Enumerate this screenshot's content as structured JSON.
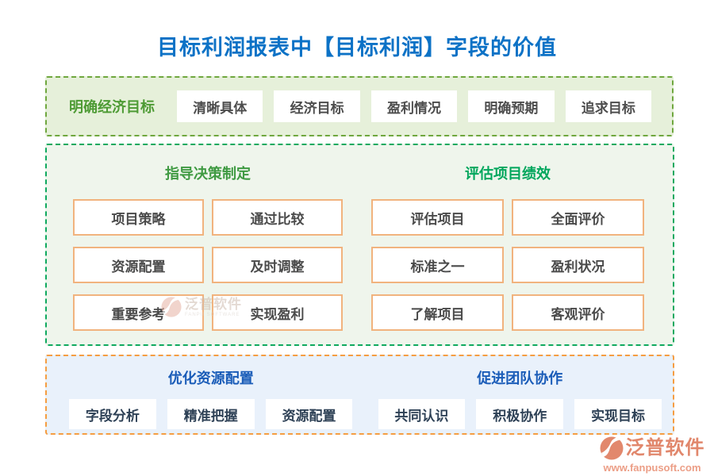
{
  "title": "目标利润报表中【目标利润】字段的价值",
  "colors": {
    "title_blue": "#0c72c6",
    "green_label": "#4e9b35",
    "green_border_top": "#6fa73e",
    "green_border_mid": "#0fa95f",
    "header_green_left": "#3f9a42",
    "header_green_right": "#00a65c",
    "orange_box_border": "#f1b37e",
    "orange_border_bottom": "#f59d42",
    "header_blue": "#1a5cb8",
    "brand_salmon": "#e1876c"
  },
  "section_top": {
    "label": "明确经济目标",
    "items": [
      "清晰具体",
      "经济目标",
      "盈利情况",
      "明确预期",
      "追求目标"
    ]
  },
  "section_middle": {
    "groups": [
      {
        "header": "指导决策制定",
        "items": [
          "项目策略",
          "通过比较",
          "资源配置",
          "及时调整",
          "重要参考",
          "实现盈利"
        ]
      },
      {
        "header": "评估项目绩效",
        "items": [
          "评估项目",
          "全面评价",
          "标准之一",
          "盈利状况",
          "了解项目",
          "客观评价"
        ]
      }
    ]
  },
  "section_bottom": {
    "groups": [
      {
        "header": "优化资源配置",
        "items": [
          "字段分析",
          "精准把握",
          "资源配置"
        ]
      },
      {
        "header": "促进团队协作",
        "items": [
          "共同认识",
          "积极协作",
          "实现目标"
        ]
      }
    ]
  },
  "watermark": {
    "brand": "泛普软件",
    "sub": "FANPU SOFTWARE"
  },
  "footer_logo": {
    "brand": "泛普软件",
    "url": "www.fanpusoft.com"
  }
}
